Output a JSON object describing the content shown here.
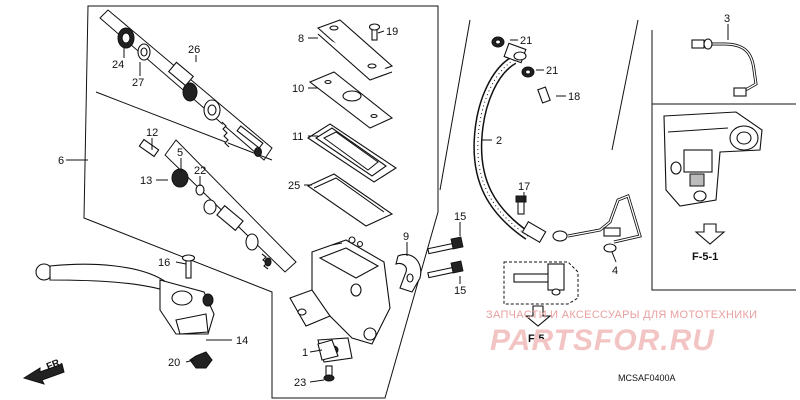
{
  "callouts": {
    "c1": "1",
    "c2": "2",
    "c3": "3",
    "c4": "4",
    "c5": "5",
    "c6": "6",
    "c8": "8",
    "c9": "9",
    "c10": "10",
    "c11": "11",
    "c12": "12",
    "c13": "13",
    "c14": "14",
    "c15a": "15",
    "c15b": "15",
    "c16": "16",
    "c17": "17",
    "c18": "18",
    "c19": "19",
    "c20": "20",
    "c21a": "21",
    "c21b": "21",
    "c22": "22",
    "c23": "23",
    "c24": "24",
    "c25": "25",
    "c26": "26",
    "c27": "27"
  },
  "references": {
    "f5": "F-5",
    "f51": "F-5-1"
  },
  "direction": "FR.",
  "diagram_code": "MCSAF0400A",
  "watermark": {
    "tagline": "ЗАПЧАСТИ И АКСЕССУАРЫ ДЛЯ МОТОТЕХНИКИ",
    "brand": "PARTSFOR.RU"
  },
  "colors": {
    "ink": "#111111",
    "watermark": "#e8a0a0",
    "background": "#ffffff"
  }
}
